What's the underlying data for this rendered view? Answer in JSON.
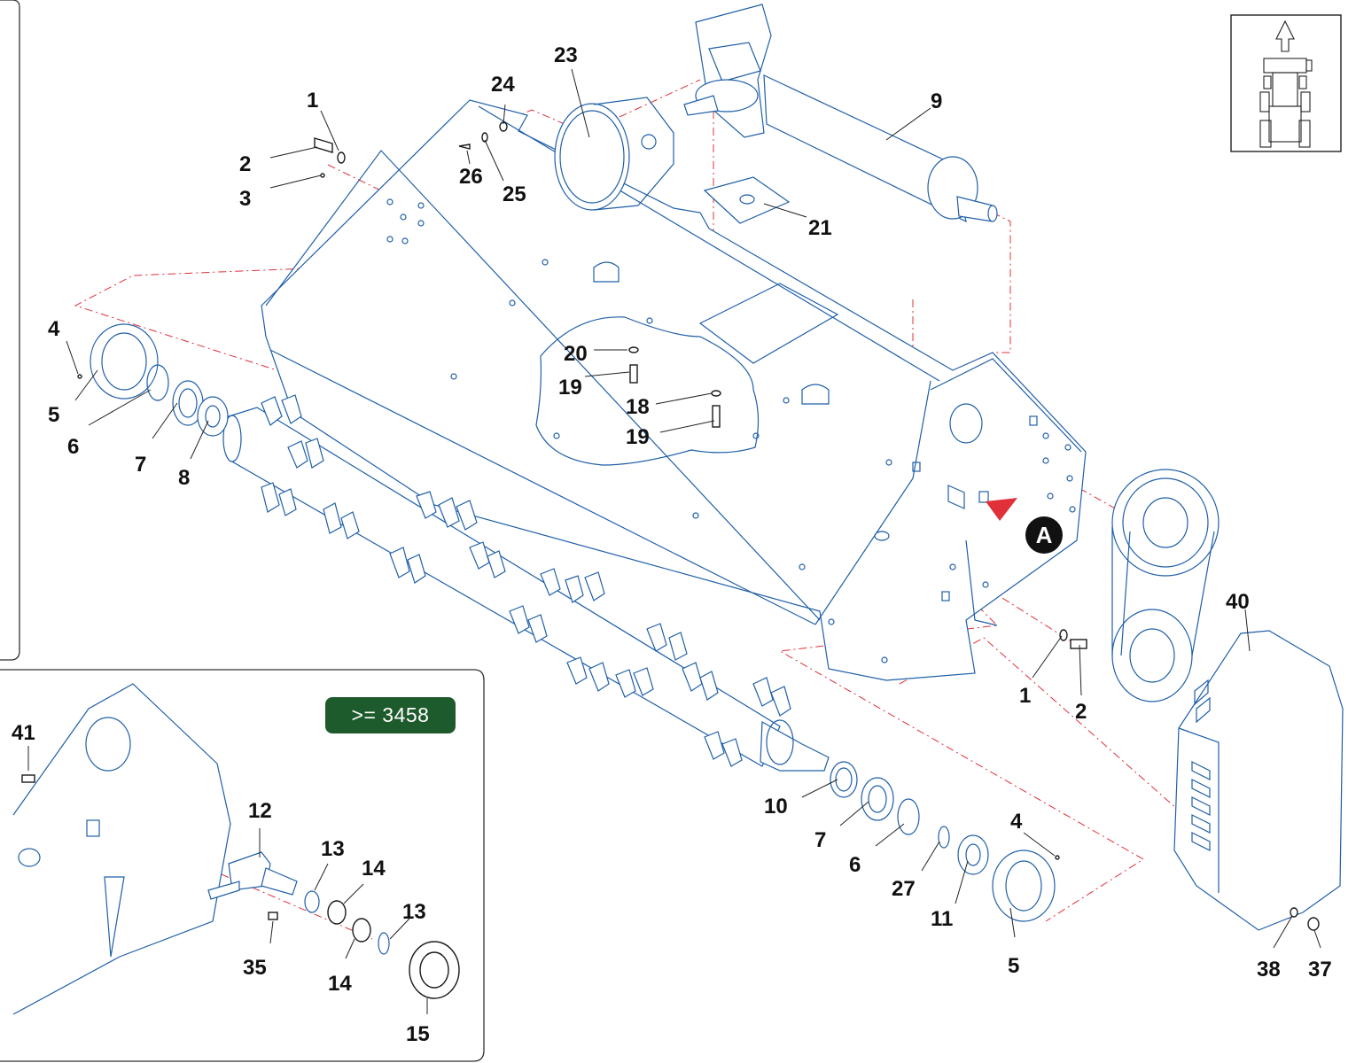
{
  "diagram": {
    "serial_badge": ">= 3458",
    "view_marker": "A",
    "colors": {
      "outline": "#1f5fa8",
      "axis": "#e0303a",
      "badge": "#1d5a2c",
      "arrow": "#e0303a"
    },
    "callouts": {
      "c1a": "1",
      "c2a": "2",
      "c3": "3",
      "c24": "24",
      "c26": "26",
      "c25": "25",
      "c23": "23",
      "c9": "9",
      "c21": "21",
      "c4a": "4",
      "c5a": "5",
      "c6a": "6",
      "c7a": "7",
      "c8": "8",
      "c20": "20",
      "c19a": "19",
      "c18": "18",
      "c19b": "19",
      "c40": "40",
      "c1b": "1",
      "c2b": "2",
      "c10": "10",
      "c7b": "7",
      "c6b": "6",
      "c27": "27",
      "c11": "11",
      "c4b": "4",
      "c5b": "5",
      "c38": "38",
      "c37": "37",
      "c41": "41",
      "c12": "12",
      "c13a": "13",
      "c14a": "14",
      "c13b": "13",
      "c35": "35",
      "c14b": "14",
      "c15": "15"
    },
    "icons": [
      "tractor-direction-icon",
      "view-arrow-icon"
    ]
  }
}
